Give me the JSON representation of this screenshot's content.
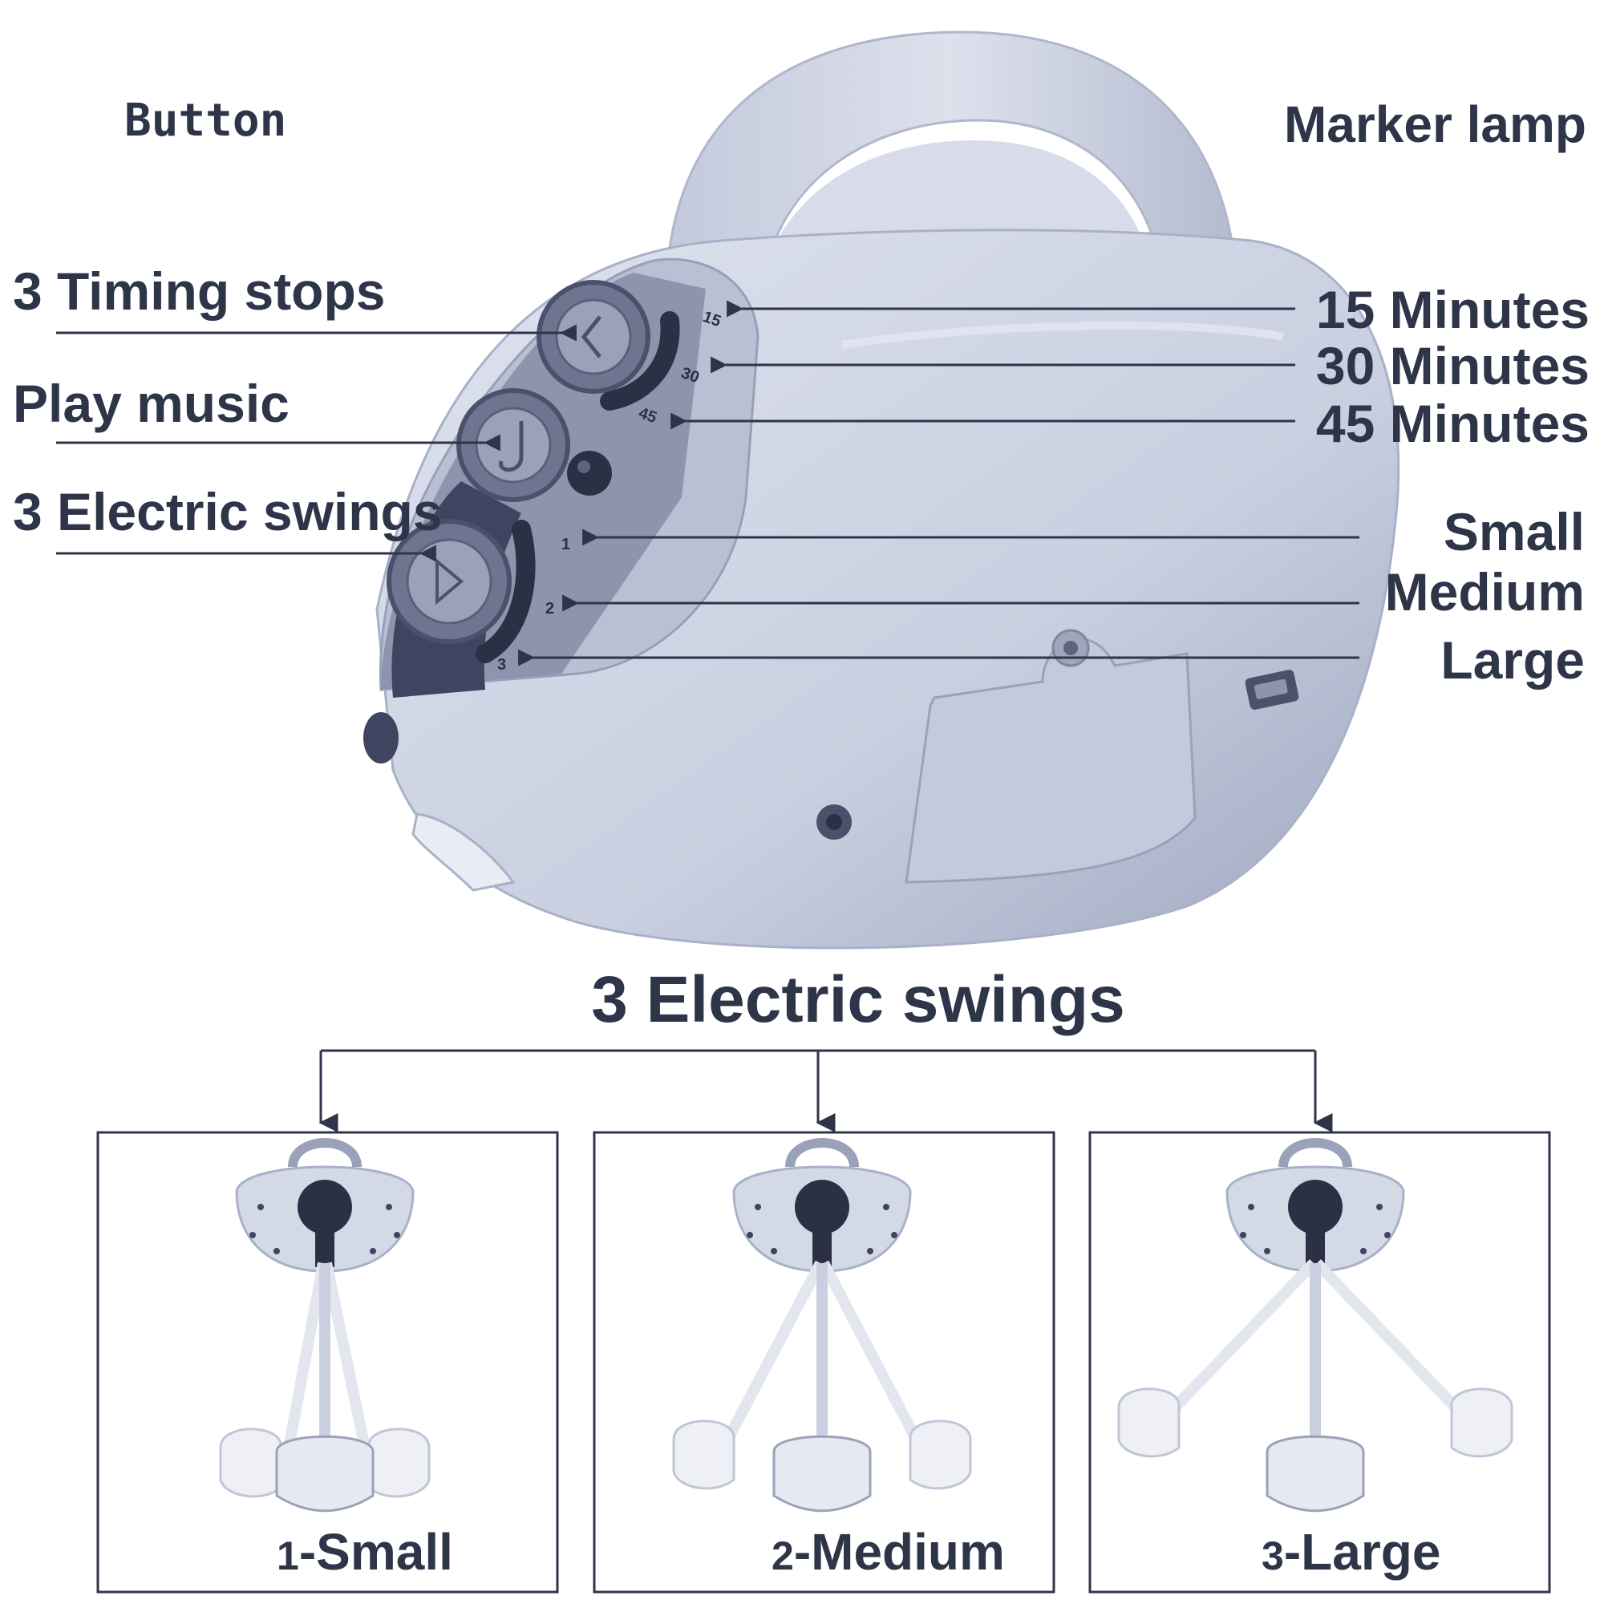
{
  "labels": {
    "button": "Button",
    "marker_lamp": "Marker lamp",
    "timing_stops": "3 Timing stops",
    "play_music": "Play music",
    "electric_swings_side": "3 Electric swings",
    "minutes_15": "15 Minutes",
    "minutes_30": "30 Minutes",
    "minutes_45": "45 Minutes",
    "small": "Small",
    "medium": "Medium",
    "large": "Large"
  },
  "device_markings": {
    "timer_15": "15",
    "timer_30": "30",
    "timer_45": "45",
    "swing_1": "1",
    "swing_2": "2",
    "swing_3": "3"
  },
  "swings_section": {
    "title": "3 Electric swings",
    "boxes": [
      {
        "num": "1",
        "name": "-Small"
      },
      {
        "num": "2",
        "name": "-Medium"
      },
      {
        "num": "3",
        "name": "-Large"
      }
    ]
  },
  "colors": {
    "text": "#2f3549",
    "device_body": "#cfd5e6",
    "device_shadow": "#a9b1c8",
    "button_panel": "#3f4560"
  }
}
